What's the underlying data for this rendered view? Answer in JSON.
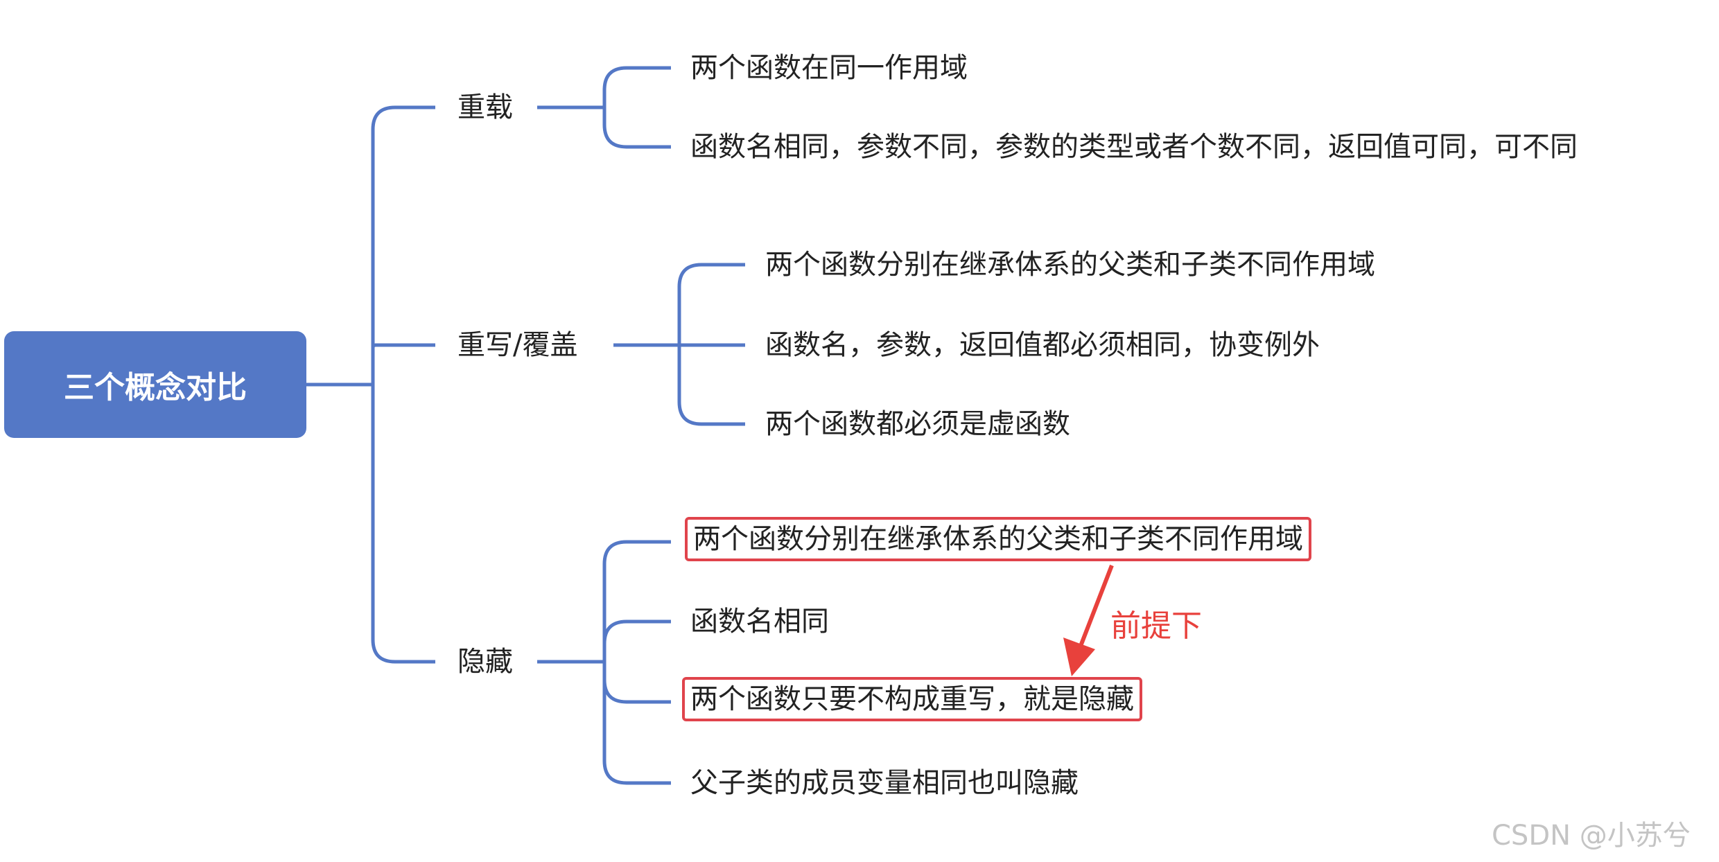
{
  "root": {
    "label": "三个概念对比"
  },
  "branches": [
    {
      "label": "重载",
      "items": [
        "两个函数在同一作用域",
        "函数名相同，参数不同，参数的类型或者个数不同，返回值可同，可不同"
      ]
    },
    {
      "label": "重写/覆盖",
      "items": [
        "两个函数分别在继承体系的父类和子类不同作用域",
        "函数名，参数，返回值都必须相同，协变例外",
        "两个函数都必须是虚函数"
      ]
    },
    {
      "label": "隐藏",
      "items": [
        "两个函数分别在继承体系的父类和子类不同作用域",
        "函数名相同",
        "两个函数只要不构成重写，就是隐藏",
        "父子类的成员变量相同也叫隐藏"
      ]
    }
  ],
  "annotation": {
    "label": "前提下"
  },
  "watermark": "CSDN @小苏兮",
  "colors": {
    "root_fill": "#5478c6",
    "connector": "#5478c6",
    "highlight": "#e0444c",
    "annotation": "#e8413c"
  }
}
